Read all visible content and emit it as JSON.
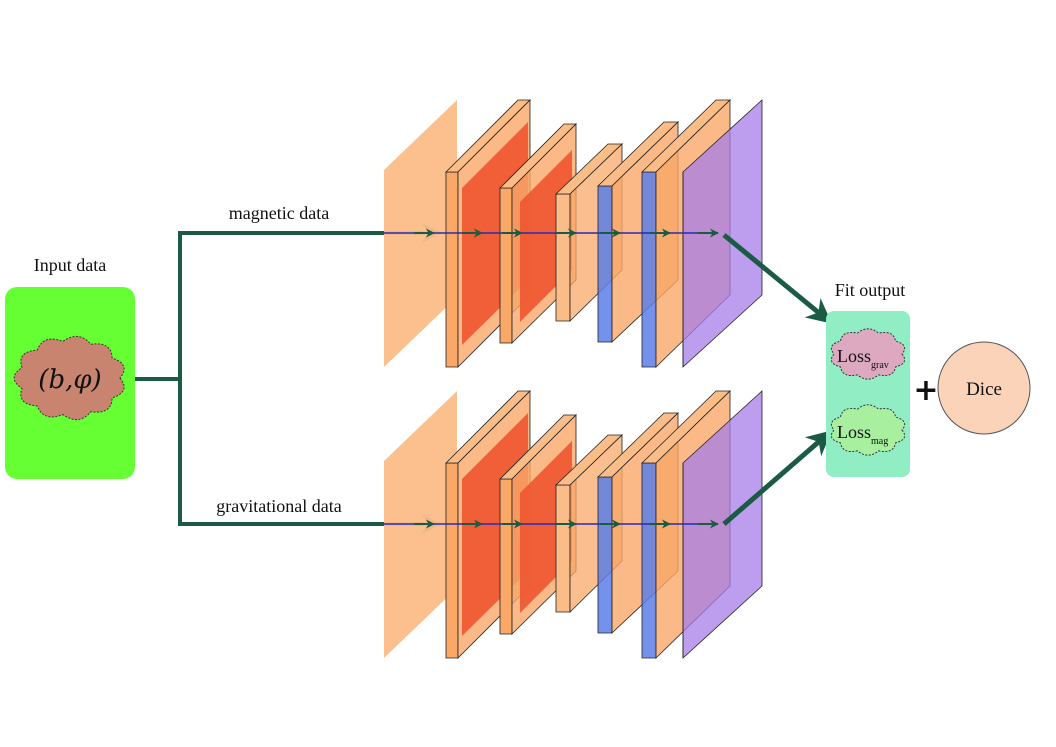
{
  "labels": {
    "input_title": "Input data",
    "input_symbol": "(b,φ)",
    "magnetic": "magnetic data",
    "gravitational": "gravitational data",
    "fit_title": "Fit output",
    "loss_main": "Loss",
    "loss_grav_sub": "grav",
    "loss_mag_sub": "mag",
    "plus": "+",
    "dice": "Dice"
  },
  "colors": {
    "input_box": "#66ff33",
    "input_cloud": "#c98470",
    "arrow": "#1b5a45",
    "flow_line": "#2a2ab5",
    "layer_light": "#fbbd88",
    "layer_orange": "#f9a868",
    "layer_red": "#ee5530",
    "layer_blue": "#5c7fe8",
    "layer_purple": "#a77ee8",
    "fit_box": "#90edc4",
    "loss_grav_cloud": "#dda9c0",
    "loss_mag_cloud": "#a8f0a0",
    "dice_circle": "#fad3b8"
  }
}
